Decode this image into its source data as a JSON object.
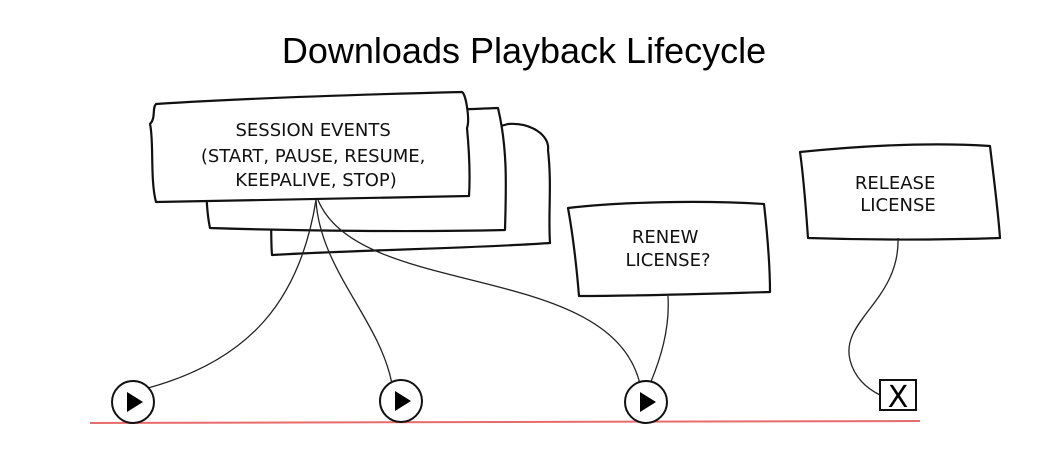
{
  "title": "Downloads Playback Lifecycle",
  "boxes": {
    "session_events": {
      "lines": [
        "SESSION EVENTS",
        "(START, PAUSE, RESUME,",
        "KEEPALIVE, STOP)"
      ]
    },
    "renew_license": {
      "lines": [
        "RENEW",
        "LICENSE?"
      ]
    },
    "release_license": {
      "lines": [
        "RELEASE",
        "LICENSE"
      ]
    }
  },
  "markers": {
    "play_icon": "play-icon",
    "end_label": "X"
  },
  "colors": {
    "timeline": "#e86b6b",
    "stroke": "#111111"
  }
}
